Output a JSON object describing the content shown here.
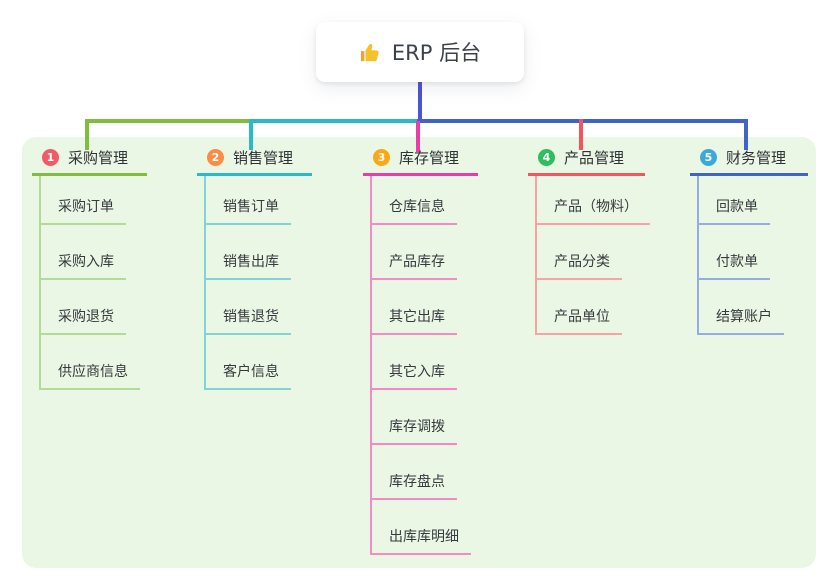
{
  "root": {
    "label": "ERP 后台",
    "icon": "thumbs-up-icon"
  },
  "branches": [
    {
      "number": "1",
      "label": "采购管理",
      "line_color": "#7FBC40",
      "child_line_color": "#B2DB97",
      "badge_color": "#F25A68",
      "children": [
        "采购订单",
        "采购入库",
        "采购退货",
        "供应商信息"
      ]
    },
    {
      "number": "2",
      "label": "销售管理",
      "line_color": "#2ABAC4",
      "child_line_color": "#83D2D6",
      "badge_color": "#FB8C44",
      "children": [
        "销售订单",
        "销售出库",
        "销售退货",
        "客户信息"
      ]
    },
    {
      "number": "3",
      "label": "库存管理",
      "line_color": "#E93DA7",
      "child_line_color": "#F48BC7",
      "badge_color": "#FAA816",
      "children": [
        "仓库信息",
        "产品库存",
        "其它出库",
        "其它入库",
        "库存调拨",
        "库存盘点",
        "出库库明细"
      ]
    },
    {
      "number": "4",
      "label": "产品管理",
      "line_color": "#F4555C",
      "child_line_color": "#F9A3A7",
      "badge_color": "#2EBE5F",
      "children": [
        "产品（物料）",
        "产品分类",
        "产品单位"
      ]
    },
    {
      "number": "5",
      "label": "财务管理",
      "line_color": "#3E63C9",
      "child_line_color": "#94ACE3",
      "badge_color": "#3CA9DD",
      "children": [
        "回款单",
        "付款单",
        "结算账户"
      ]
    }
  ],
  "colors": {
    "canvas_bg": "#FFFFFF",
    "panel_bg": "#EBF7E5",
    "root_connector": "#4B53D6",
    "root_text": "#3C414B",
    "thumb_icon": "#F5C02A"
  }
}
